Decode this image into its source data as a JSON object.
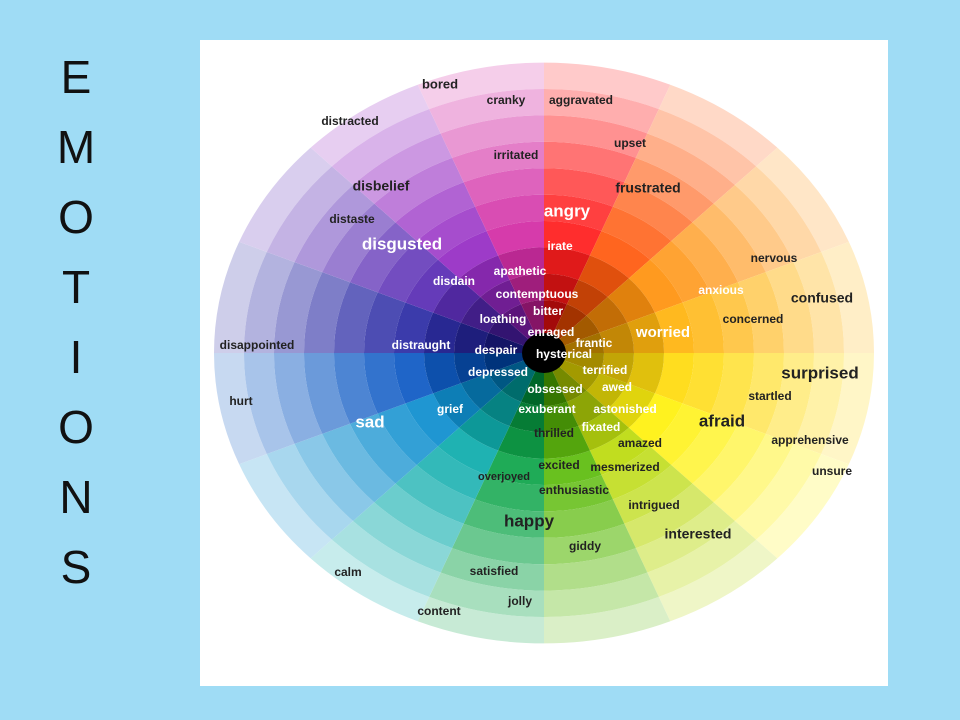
{
  "title_letters": [
    "E",
    "M",
    "O",
    "T",
    "I",
    "O",
    "N",
    "S"
  ],
  "wheel": {
    "sector_colors": [
      "#ff1010",
      "#ff5000",
      "#ff8c00",
      "#ffb000",
      "#ffd800",
      "#fff000",
      "#b8d800",
      "#55b800",
      "#00a040",
      "#00a8a8",
      "#0088cc",
      "#0050c0",
      "#2020a0",
      "#5020b0",
      "#9020c0",
      "#d020a0"
    ],
    "center_color": "#000000",
    "labels": [
      {
        "text": "bored",
        "color": "#222222",
        "size": 13
      },
      {
        "text": "cranky",
        "color": "#222222",
        "size": 12
      },
      {
        "text": "aggravated",
        "color": "#222222",
        "size": 12
      },
      {
        "text": "distracted",
        "color": "#222222",
        "size": 12
      },
      {
        "text": "upset",
        "color": "#222222",
        "size": 12
      },
      {
        "text": "irritated",
        "color": "#222222",
        "size": 12
      },
      {
        "text": "frustrated",
        "color": "#222222",
        "size": 14
      },
      {
        "text": "disbelief",
        "color": "#222222",
        "size": 14
      },
      {
        "text": "angry",
        "color": "#ffffff",
        "size": 17
      },
      {
        "text": "distaste",
        "color": "#222222",
        "size": 12
      },
      {
        "text": "disgusted",
        "color": "#ffffff",
        "size": 17
      },
      {
        "text": "irate",
        "color": "#ffffff",
        "size": 12
      },
      {
        "text": "nervous",
        "color": "#222222",
        "size": 12
      },
      {
        "text": "apathetic",
        "color": "#ffffff",
        "size": 12
      },
      {
        "text": "disdain",
        "color": "#ffffff",
        "size": 12
      },
      {
        "text": "anxious",
        "color": "#ffffff",
        "size": 12
      },
      {
        "text": "contemptuous",
        "color": "#ffffff",
        "size": 12
      },
      {
        "text": "confused",
        "color": "#222222",
        "size": 14
      },
      {
        "text": "bitter",
        "color": "#ffffff",
        "size": 12
      },
      {
        "text": "loathing",
        "color": "#ffffff",
        "size": 12
      },
      {
        "text": "concerned",
        "color": "#222222",
        "size": 12
      },
      {
        "text": "enraged",
        "color": "#ffffff",
        "size": 12
      },
      {
        "text": "worried",
        "color": "#ffffff",
        "size": 15
      },
      {
        "text": "disappointed",
        "color": "#222222",
        "size": 12
      },
      {
        "text": "distraught",
        "color": "#ffffff",
        "size": 12
      },
      {
        "text": "despair",
        "color": "#ffffff",
        "size": 12
      },
      {
        "text": "frantic",
        "color": "#ffffff",
        "size": 12
      },
      {
        "text": "hysterical",
        "color": "#ffffff",
        "size": 12
      },
      {
        "text": "terrified",
        "color": "#ffffff",
        "size": 12
      },
      {
        "text": "surprised",
        "color": "#222222",
        "size": 17
      },
      {
        "text": "depressed",
        "color": "#ffffff",
        "size": 12
      },
      {
        "text": "obsessed",
        "color": "#ffffff",
        "size": 12
      },
      {
        "text": "awed",
        "color": "#ffffff",
        "size": 12
      },
      {
        "text": "startled",
        "color": "#222222",
        "size": 12
      },
      {
        "text": "hurt",
        "color": "#222222",
        "size": 12
      },
      {
        "text": "grief",
        "color": "#ffffff",
        "size": 12
      },
      {
        "text": "exuberant",
        "color": "#ffffff",
        "size": 12
      },
      {
        "text": "astonished",
        "color": "#ffffff",
        "size": 12
      },
      {
        "text": "afraid",
        "color": "#222222",
        "size": 17
      },
      {
        "text": "sad",
        "color": "#ffffff",
        "size": 17
      },
      {
        "text": "fixated",
        "color": "#ffffff",
        "size": 12
      },
      {
        "text": "thrilled",
        "color": "#222222",
        "size": 12
      },
      {
        "text": "amazed",
        "color": "#222222",
        "size": 12
      },
      {
        "text": "apprehensive",
        "color": "#222222",
        "size": 12
      },
      {
        "text": "excited",
        "color": "#222222",
        "size": 12
      },
      {
        "text": "mesmerized",
        "color": "#222222",
        "size": 12
      },
      {
        "text": "unsure",
        "color": "#222222",
        "size": 12
      },
      {
        "text": "overjoyed",
        "color": "#222222",
        "size": 11
      },
      {
        "text": "enthusiastic",
        "color": "#222222",
        "size": 12
      },
      {
        "text": "intrigued",
        "color": "#222222",
        "size": 12
      },
      {
        "text": "happy",
        "color": "#222222",
        "size": 17
      },
      {
        "text": "interested",
        "color": "#222222",
        "size": 14
      },
      {
        "text": "giddy",
        "color": "#222222",
        "size": 12
      },
      {
        "text": "calm",
        "color": "#222222",
        "size": 12
      },
      {
        "text": "satisfied",
        "color": "#222222",
        "size": 12
      },
      {
        "text": "jolly",
        "color": "#222222",
        "size": 12
      },
      {
        "text": "content",
        "color": "#222222",
        "size": 12
      }
    ]
  }
}
